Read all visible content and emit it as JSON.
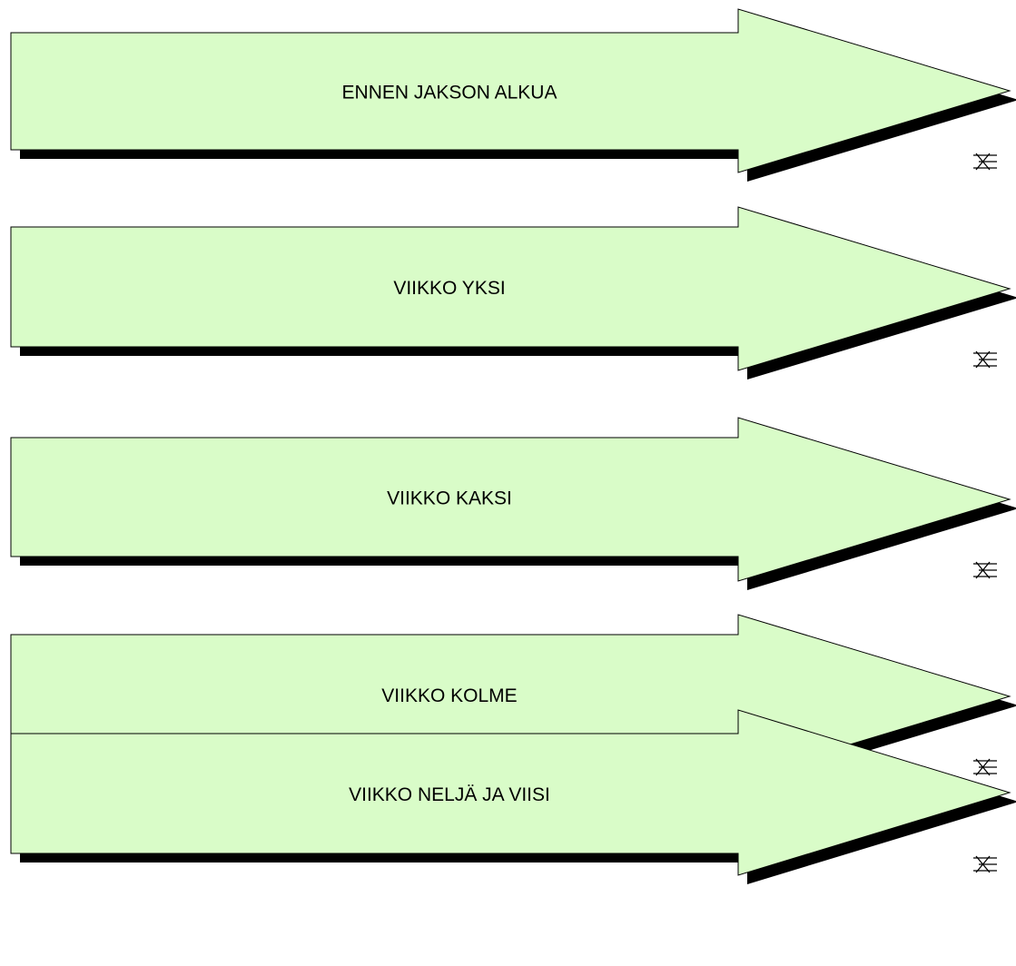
{
  "colors": {
    "arrow_fill": "#d9fcc8",
    "arrow_stroke": "#000000",
    "shadow": "#000000",
    "text": "#000000",
    "background": "#ffffff"
  },
  "arrows": [
    {
      "label": "ENNEN JAKSON ALKUA",
      "marker_icon": "anchor-handle-icon"
    },
    {
      "label": "VIIKKO YKSI",
      "marker_icon": "anchor-handle-icon"
    },
    {
      "label": "VIIKKO KAKSI",
      "marker_icon": "anchor-handle-icon"
    },
    {
      "label": "VIIKKO KOLME",
      "marker_icon": "anchor-handle-icon"
    },
    {
      "label": "VIIKKO NELJÄ JA VIISI",
      "marker_icon": "anchor-handle-icon"
    }
  ]
}
